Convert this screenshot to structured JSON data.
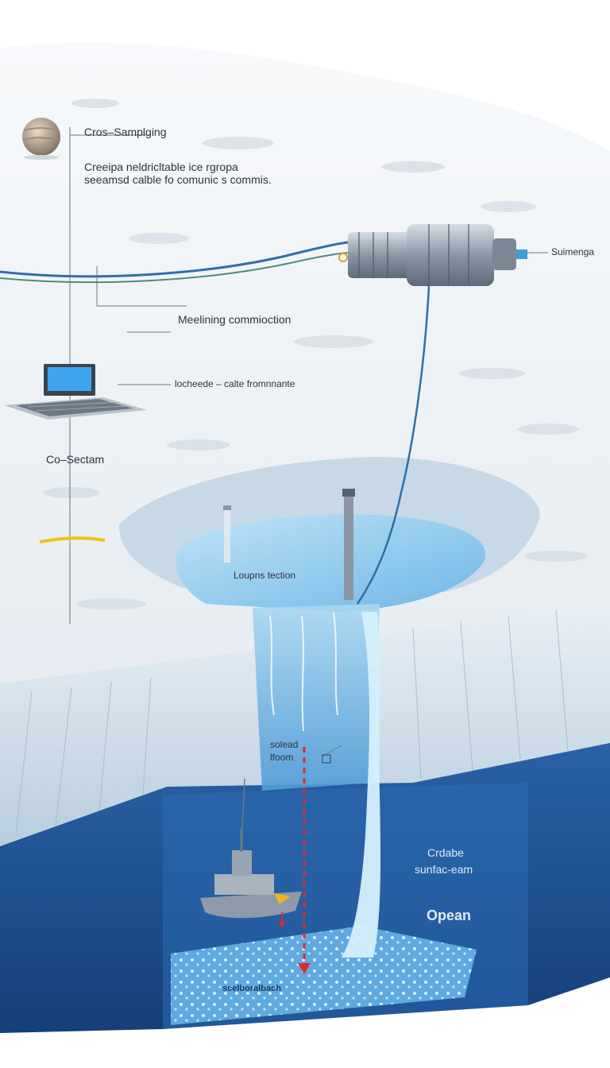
{
  "labels": {
    "title": "Cros–Samplging",
    "description_line1": "Creeipa neldricltable ice rgropa",
    "description_line2": "seeamsd calble fo comunic s commis.",
    "probe": "Suimenga",
    "meeting": "Meelining commioction",
    "laptop_cable": "locheede – calte fromnnante",
    "cross_section": "Co–Sectam",
    "pool": "Loupns tection",
    "shaft_line1": "solead",
    "shaft_line2": "lfoom",
    "ocean_line1": "Crdabe",
    "ocean_line2": "sunfac-eam",
    "ocean": "Opean",
    "seafloor": "scelboralbach"
  },
  "colors": {
    "ice_surface": "#eef2f5",
    "ice_wall": "#cfdde8",
    "water_shallow": "#8fc9ea",
    "ocean_deep": "#1f4f8f",
    "cable": "#2f6fa8",
    "descent_arrow": "#e02a2a"
  },
  "icons": [
    "planet-icon",
    "probe-icon",
    "laptop-icon",
    "submarine-icon",
    "sensor-pole-icon"
  ]
}
